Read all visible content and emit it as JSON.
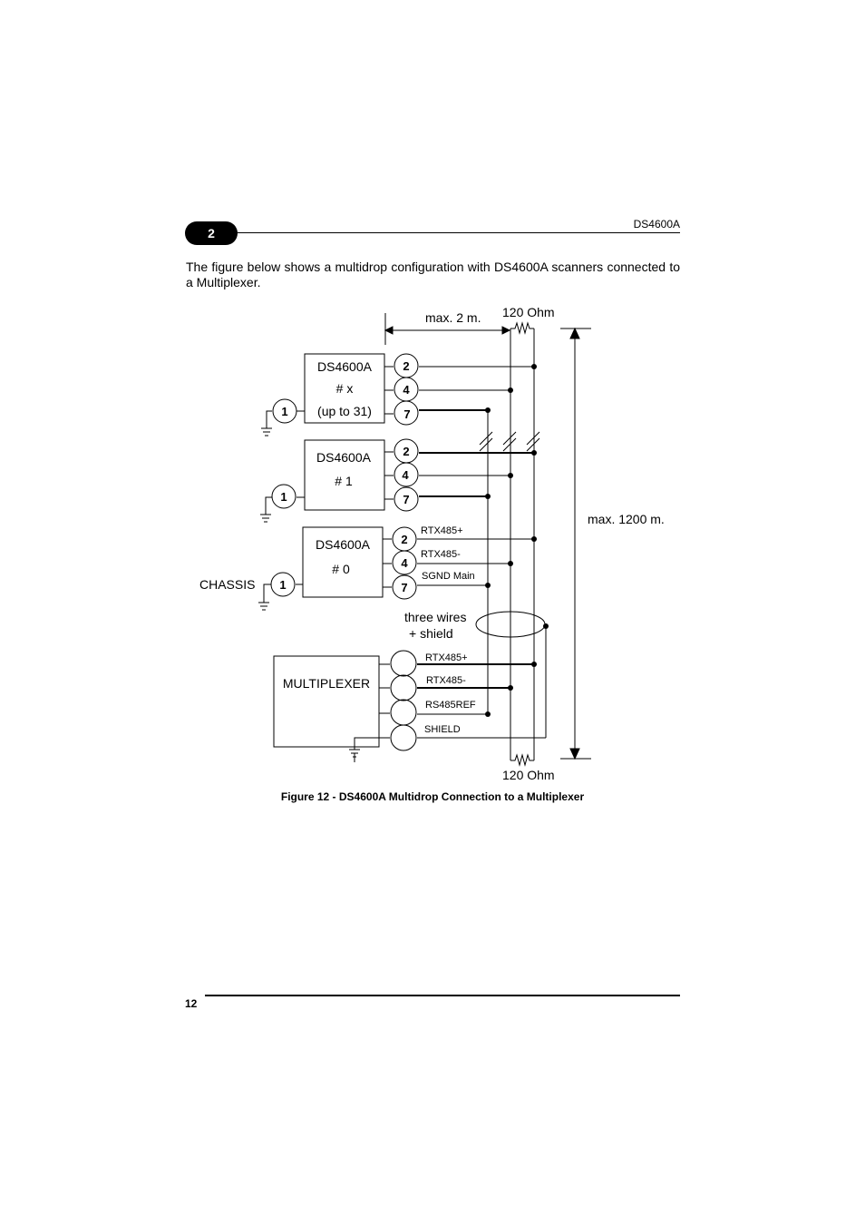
{
  "header": {
    "chapter": "2",
    "title": "DS4600A"
  },
  "intro": "The figure below shows a multidrop configuration with DS4600A scanners connected to a Multiplexer.",
  "diagram": {
    "label_max_2m": "max. 2 m.",
    "label_ohm_top": "120 Ohm",
    "label_ohm_bottom": "120 Ohm",
    "label_max_1200m": "max. 1200 m.",
    "label_chassis": "CHASSIS",
    "label_three_wires": "three wires",
    "label_shield": "+ shield",
    "scanner_x": {
      "line1": "DS4600A",
      "line2": "# x",
      "line3": "(up to 31)"
    },
    "scanner_1": {
      "line1": "DS4600A",
      "line2": "# 1"
    },
    "scanner_0": {
      "line1": "DS4600A",
      "line2": "# 0"
    },
    "pin_1": "1",
    "pin_2": "2",
    "pin_4": "4",
    "pin_7": "7",
    "signal_rtx_plus": "RTX485+",
    "signal_rtx_minus": "RTX485-",
    "signal_sgnd": "SGND Main",
    "multiplexer": "MULTIPLEXER",
    "mux_rtx_plus": "RTX485+",
    "mux_rtx_minus": "RTX485-",
    "mux_ref": "RS485REF",
    "mux_shield": "SHIELD"
  },
  "caption": "Figure 12 - DS4600A Multidrop Connection to a Multiplexer",
  "footer": {
    "page": "12"
  }
}
